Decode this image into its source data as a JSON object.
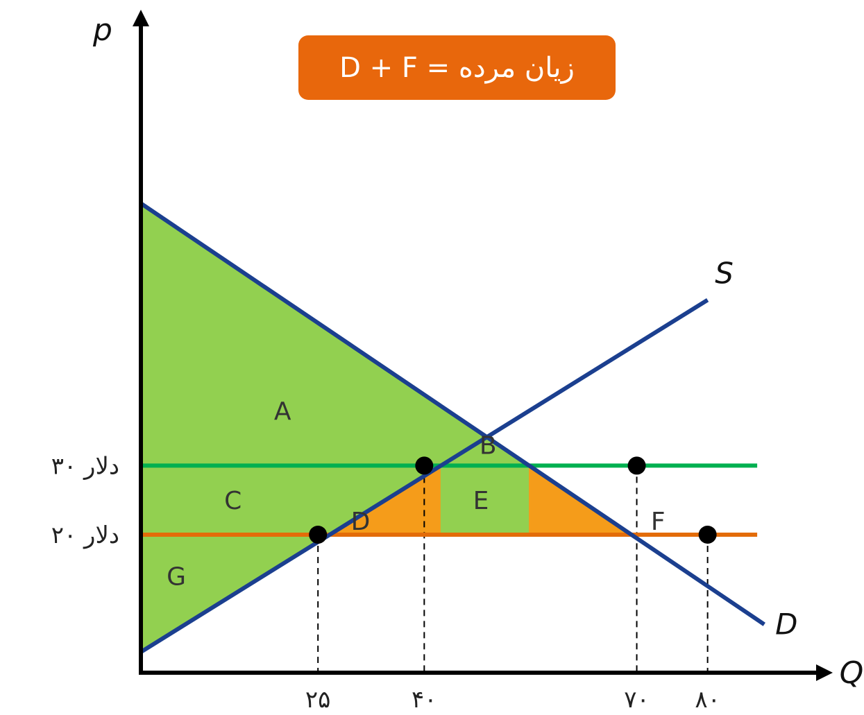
{
  "banner": {
    "text": "زیان مرده = D + F",
    "color": "#E8670C"
  },
  "colors": {
    "surplus_fill": "#92D050",
    "deadweight_fill": "#F59C1A",
    "curve": "#1B3F8F",
    "price_high_line": "#00B050",
    "price_low_line": "#E36C09",
    "axis": "#000000"
  },
  "chart_data": {
    "type": "line",
    "x_axis_label": "Q",
    "y_axis_label": "p",
    "x_ticks": [
      {
        "value": 25,
        "label": "۲۵"
      },
      {
        "value": 40,
        "label": "۴۰"
      },
      {
        "value": 70,
        "label": "۷۰"
      },
      {
        "value": 80,
        "label": "۸۰"
      }
    ],
    "y_ticks": [
      {
        "value": 30,
        "label": "۳۰ دلار"
      },
      {
        "value": 20,
        "label": "۲۰ دلار"
      }
    ],
    "xlim": [
      0,
      101
    ],
    "ylim": [
      0,
      84
    ],
    "curves": [
      {
        "name": "S",
        "points": [
          [
            0,
            3
          ],
          [
            80,
            54
          ]
        ]
      },
      {
        "name": "D",
        "points": [
          [
            0,
            68
          ],
          [
            88,
            7
          ]
        ]
      }
    ],
    "price_lines": [
      {
        "price": 30,
        "color_key": "price_high_line",
        "x_end": 87
      },
      {
        "price": 20,
        "color_key": "price_low_line",
        "x_end": 87
      }
    ],
    "points": [
      {
        "x": 25,
        "y": 20
      },
      {
        "x": 40,
        "y": 30
      },
      {
        "x": 70,
        "y": 30
      },
      {
        "x": 80,
        "y": 20
      }
    ],
    "regions": [
      {
        "label": "A",
        "fill_key": "surplus_fill",
        "label_at": [
          20,
          38
        ]
      },
      {
        "label": "B",
        "fill_key": "surplus_fill",
        "label_at": [
          49,
          33
        ]
      },
      {
        "label": "C",
        "fill_key": "surplus_fill",
        "label_at": [
          13,
          25
        ]
      },
      {
        "label": "D",
        "fill_key": "deadweight_fill",
        "label_at": [
          31,
          22
        ]
      },
      {
        "label": "E",
        "fill_key": "surplus_fill",
        "label_at": [
          48,
          25
        ]
      },
      {
        "label": "F",
        "fill_key": "deadweight_fill",
        "label_at": [
          73,
          22
        ]
      },
      {
        "label": "G",
        "fill_key": "surplus_fill",
        "label_at": [
          5,
          14
        ]
      }
    ],
    "grid": false,
    "legend": "none"
  }
}
